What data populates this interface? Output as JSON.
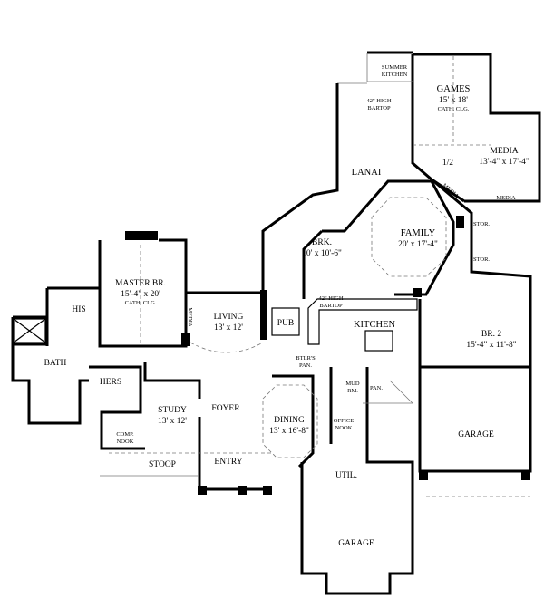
{
  "rooms": {
    "summer_kitchen": [
      "SUMMER",
      "KITCHEN"
    ],
    "bartop_lanai": [
      "42\" HIGH",
      "BARTOP"
    ],
    "games": {
      "name": "GAMES",
      "size": "15' x 18'",
      "note": "CATH. CLG."
    },
    "media_room": {
      "name": "MEDIA",
      "size": "13'-4\" x 17'-4\""
    },
    "half_bath": "1/2",
    "lanai": "LANAI",
    "media_angled": "MEDIA",
    "media_shelf": "MEDIA",
    "stor1": "STOR.",
    "stor2": "STOR.",
    "family": {
      "name": "FAMILY",
      "size": "20' x 17'-4\""
    },
    "brk": {
      "name": "BRK.",
      "size": "10' x 10'-6\""
    },
    "bartop_kitchen": [
      "42\" HIGH",
      "BARTOP"
    ],
    "kitchen": "KITCHEN",
    "br2": {
      "name": "BR. 2",
      "size": "15'-4\" x 11'-8\""
    },
    "master": {
      "name": "MASTER BR.",
      "size": "15'-4\" x 20'",
      "note": "CATH. CLG."
    },
    "his": "HIS",
    "media_master": "MEDIA",
    "living": {
      "name": "LIVING",
      "size": "13' x 12'"
    },
    "pub": "PUB",
    "bath": "BATH",
    "btlrs_pan": [
      "BTLR'S",
      "PAN."
    ],
    "hers": "HERS",
    "mud_rm": [
      "MUD",
      "RM."
    ],
    "pan": "PAN.",
    "study": {
      "name": "STUDY",
      "size": "13' x 12'"
    },
    "foyer": "FOYER",
    "dining": {
      "name": "DINING",
      "size": "13' x 16'-8\""
    },
    "office_nook": [
      "OFFICE",
      "NOOK"
    ],
    "comp_nook": [
      "COMP.",
      "NOOK"
    ],
    "util": "UTIL.",
    "entry": "ENTRY",
    "stoop": "STOOP",
    "garage_main": "GARAGE",
    "garage_side": "GARAGE"
  }
}
